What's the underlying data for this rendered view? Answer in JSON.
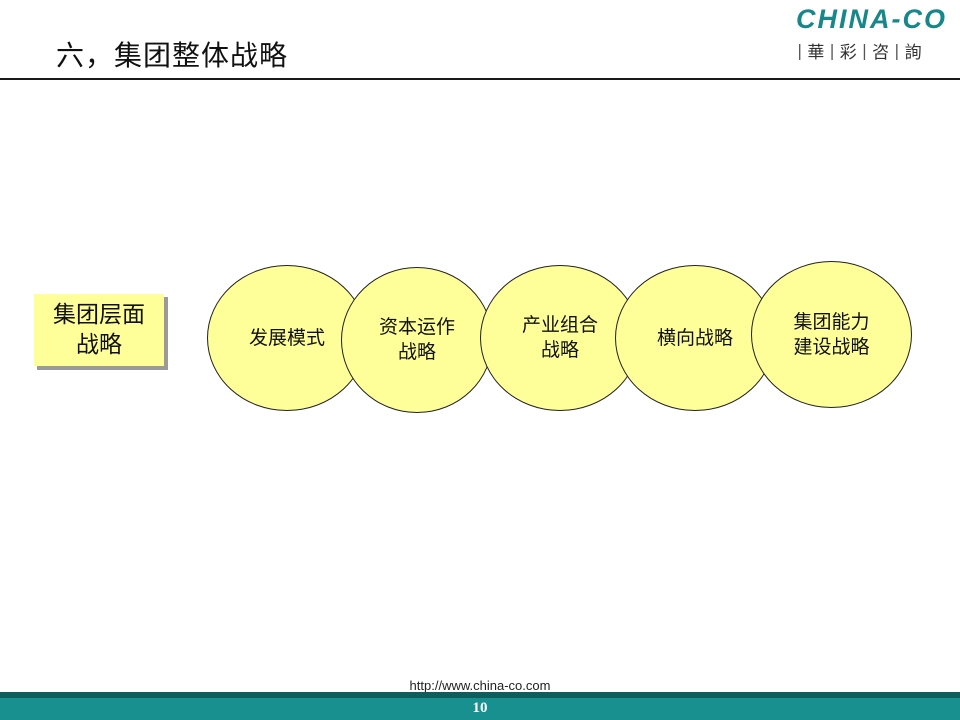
{
  "slide": {
    "title": "六，集团整体战略",
    "logo": {
      "word": "CHINA-CO",
      "chars": [
        "華",
        "彩",
        "咨",
        "詢"
      ]
    },
    "left_box": {
      "line1": "集团层面",
      "line2": "战略"
    },
    "circles": [
      {
        "line1": "发展模式",
        "line2": ""
      },
      {
        "line1": "资本运作",
        "line2": "战略"
      },
      {
        "line1": "产业组合",
        "line2": "战略"
      },
      {
        "line1": "横向战略",
        "line2": ""
      },
      {
        "line1": "集团能力",
        "line2": "建设战略"
      }
    ],
    "footer": {
      "url": "http://www.china-co.com",
      "page": "10"
    }
  },
  "colors": {
    "accent": "#18908f",
    "fill": "#ffff99",
    "logo": "#16878a"
  }
}
